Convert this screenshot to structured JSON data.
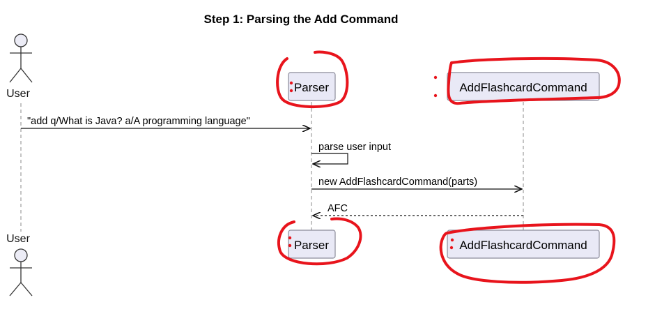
{
  "diagram": {
    "title": "Step 1: Parsing the Add Command",
    "participants": [
      {
        "id": "user",
        "type": "actor",
        "label": "User"
      },
      {
        "id": "parser",
        "type": "participant",
        "label": "Parser"
      },
      {
        "id": "afc",
        "type": "participant",
        "label": "AddFlashcardCommand"
      }
    ],
    "messages": [
      {
        "from": "user",
        "to": "parser",
        "label": "\"add q/What is Java? a/A programming language\"",
        "style": "solid"
      },
      {
        "from": "parser",
        "to": "parser",
        "label": "parse user input",
        "style": "self"
      },
      {
        "from": "parser",
        "to": "afc",
        "label": "new AddFlashcardCommand(parts)",
        "style": "solid"
      },
      {
        "from": "afc",
        "to": "parser",
        "label": "AFC",
        "style": "dashed"
      }
    ],
    "annotations": {
      "highlight_color": "#e8141c",
      "marker": "red hand-drawn circles around Parser and AddFlashcardCommand boxes"
    },
    "colors": {
      "box_fill": "#e9e9f6",
      "box_stroke": "#8a8a9a",
      "line": "#222222",
      "lifeline": "#8a8a8a"
    }
  }
}
